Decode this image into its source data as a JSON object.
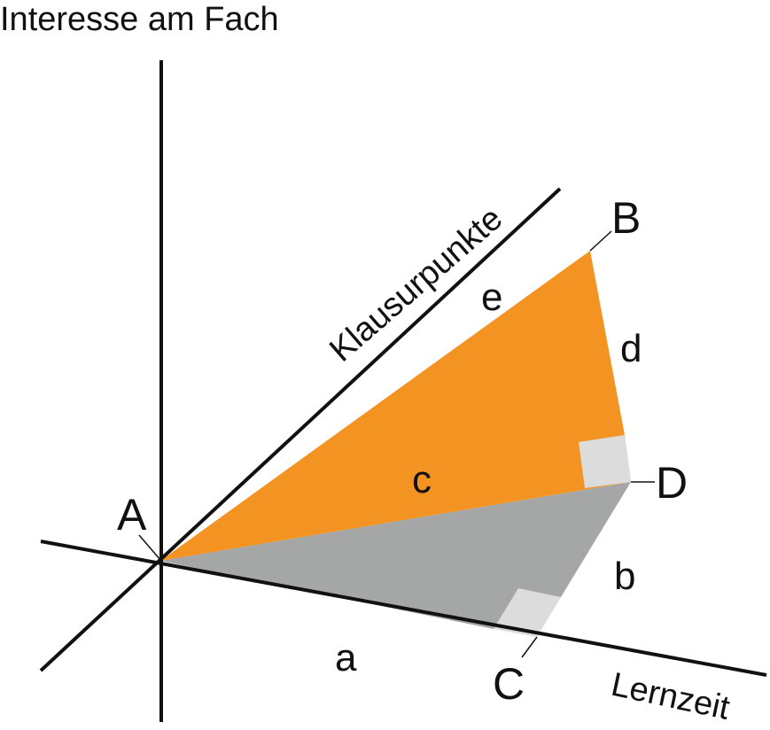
{
  "axes": {
    "vertical_title": "Interesse am Fach",
    "diagonal_title": "Klausurpunkte",
    "horizontal_title": "Lernzeit"
  },
  "points": {
    "A": "A",
    "B": "B",
    "C": "C",
    "D": "D"
  },
  "edges": {
    "a": "a",
    "b": "b",
    "c": "c",
    "d": "d",
    "e": "e"
  },
  "colors": {
    "upper_triangle": "#F39322",
    "lower_triangle": "#A5A7A6",
    "right_angle_marker": "#DCDCDC",
    "axis": "#111111"
  }
}
